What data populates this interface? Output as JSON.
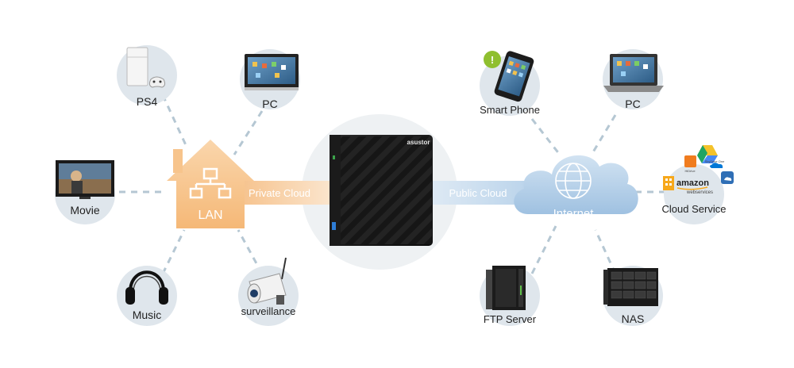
{
  "lan": {
    "label": "LAN"
  },
  "internet": {
    "label": "Internet"
  },
  "private_cloud": {
    "label": "Private Cloud"
  },
  "public_cloud": {
    "label": "Public Cloud"
  },
  "nas_brand": "asustor",
  "lan_devices": {
    "ps4": "PS4",
    "pc": "PC",
    "movie": "Movie",
    "music": "Music",
    "surveillance": "surveillance"
  },
  "internet_devices": {
    "smart_phone": "Smart Phone",
    "pc": "PC",
    "cloud_service": "Cloud Service",
    "ftp_server": "FTP Server",
    "nas": "NAS"
  },
  "cloud_logos": {
    "amazon": "amazon",
    "webservices": "webservices",
    "hidrive": "HiDrive",
    "onedrive": "SkyDrive One"
  },
  "colors": {
    "lan_orange": "#f6c48e",
    "cloud_blue": "#b9d3ea",
    "circle_grey": "#dfe6ec",
    "dash": "#b5c7d3",
    "text_dark": "#222222"
  }
}
